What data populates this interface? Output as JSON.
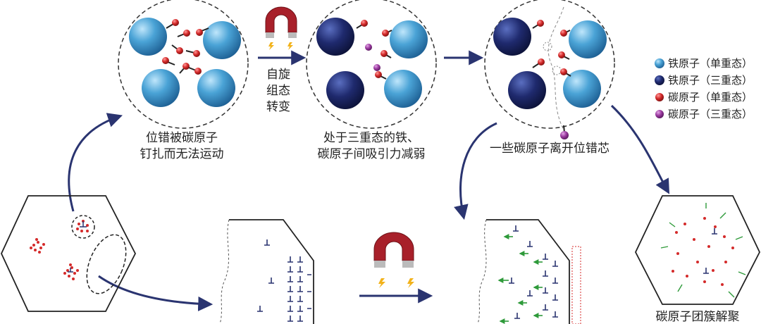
{
  "colors": {
    "iron_singlet": "#4aa3d6",
    "iron_triplet": "#1f2a6e",
    "carbon_singlet": "#d42a2a",
    "carbon_triplet": "#9b3aa0",
    "arrow": "#2a3470",
    "magnet_red": "#a8202a",
    "mobile_arrow": "#2e9a3a"
  },
  "captions": {
    "stage1_line1": "位错被碳原子",
    "stage1_line2": "钉扎而无法运动",
    "spin_line1": "自旋",
    "spin_line2": "组态",
    "spin_line3": "转变",
    "stage2_line1": "处于三重态的铁、",
    "stage2_line2": "碳原子间吸引力减弱",
    "stage3": "一些碳原子离开位错芯",
    "final": "碳原子团簇解聚"
  },
  "legend": [
    {
      "label": "铁原子（单重态）",
      "kind": "iron_singlet"
    },
    {
      "label": "铁原子（三重态）",
      "kind": "iron_triplet"
    },
    {
      "label": "碳原子（单重态）",
      "kind": "carbon_singlet"
    },
    {
      "label": "碳原子（三重态）",
      "kind": "carbon_triplet"
    }
  ],
  "icons": [
    "magnet-icon",
    "lightning-icon",
    "dislocation-symbol-icon"
  ]
}
